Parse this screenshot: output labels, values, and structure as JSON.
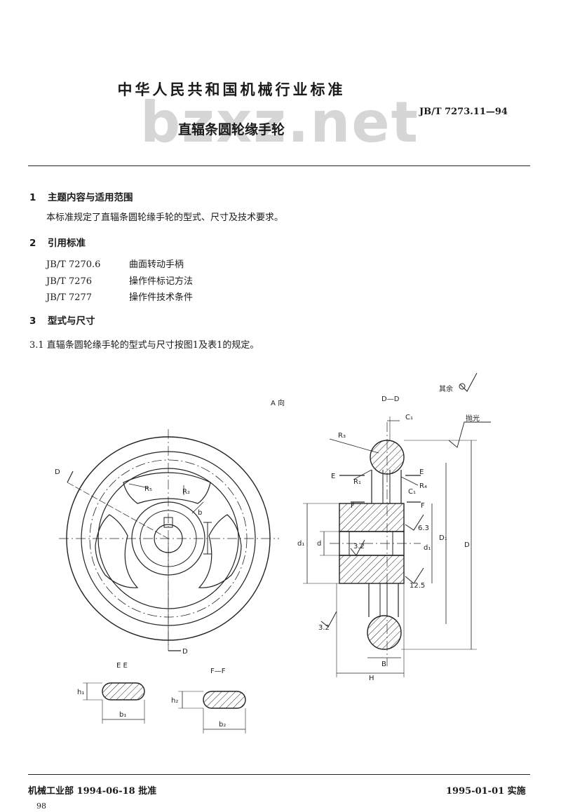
{
  "header": {
    "title": "中华人民共和国机械行业标准",
    "standard_number": "JB/T 7273.11—94",
    "doc_title": "直辐条圆轮缘手轮",
    "watermark": "bzxz.net"
  },
  "sections": [
    {
      "num": "1",
      "title": "主题内容与适用范围",
      "text": "本标准规定了直辐条圆轮缘手轮的型式、尺寸及技术要求。"
    },
    {
      "num": "2",
      "title": "引用标准",
      "refs": [
        {
          "code": "JB/T 7270.6",
          "name": "曲面转动手柄"
        },
        {
          "code": "JB/T 7276",
          "name": "操作件标记方法"
        },
        {
          "code": "JB/T 7277",
          "name": "操作件技术条件"
        }
      ]
    },
    {
      "num": "3",
      "title": "型式与尺寸",
      "text": "3.1  直辐条圆轮缘手轮的型式与尺寸按图1及表1的规定。"
    }
  ],
  "figure": {
    "view_a": "A 向",
    "view_dd": "D—D",
    "view_ee": "E  E",
    "view_ff": "F—F",
    "other": "其余",
    "polish": "抛光",
    "labels": {
      "D": "D",
      "R1": "R₁",
      "R2": "R₂",
      "R3": "R₃",
      "R4": "R₄",
      "R5": "R₅",
      "b": "b",
      "C1": "C₁",
      "E": "E",
      "F": "F",
      "d1": "d₁",
      "d": "d",
      "D1": "D₁",
      "Dbig": "D",
      "B": "B",
      "H": "H",
      "h1": "h₁",
      "b1": "b₁",
      "h2": "h₂",
      "b2": "b₂",
      "r32": "3.2",
      "r63": "6.3",
      "r125": "12.5",
      "r32b": "3.2"
    }
  },
  "footer": {
    "approved": "机械工业部 1994-06-18 批准",
    "effective": "1995-01-01 实施",
    "page": "98"
  }
}
